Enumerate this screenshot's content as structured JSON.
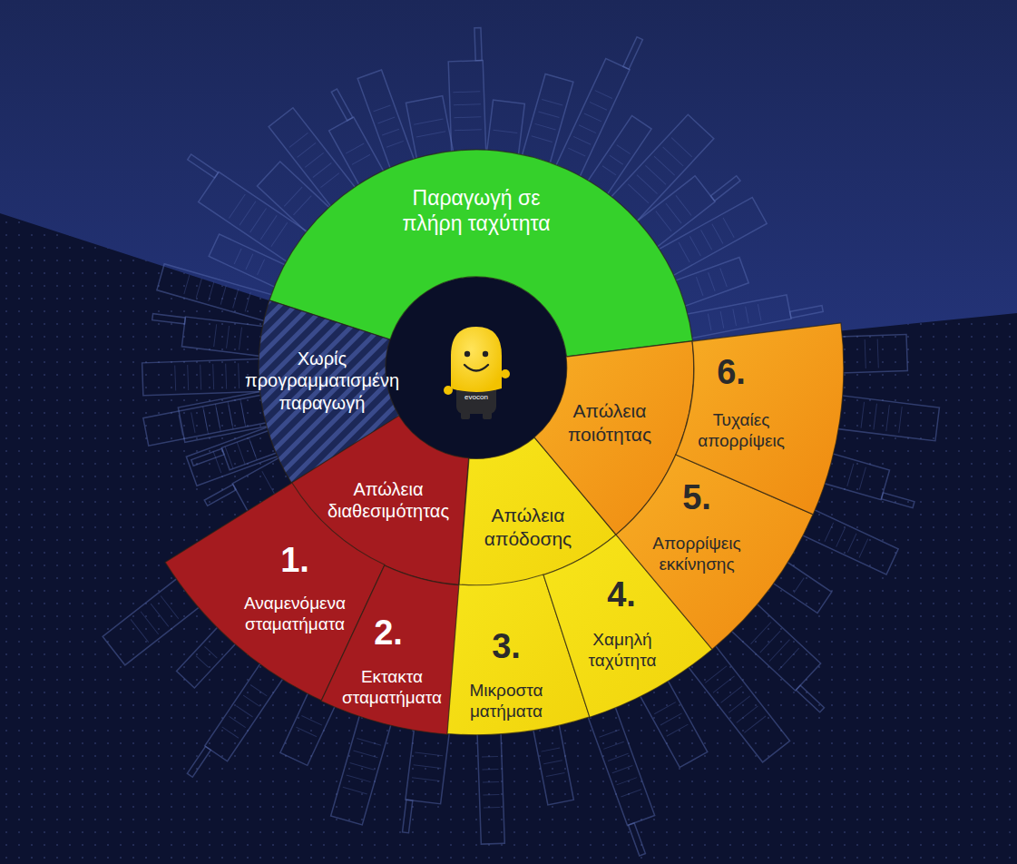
{
  "diagram": {
    "nodes": [
      {
        "text": [
          "Παραγωγή σε πλήρη ταχύτητα"
        ]
      },
      {
        "text": [
          "Χωρίς προγραμματισμένη παραγωγή"
        ]
      },
      {
        "text": [
          "Απώλεια διαθεσιμότητας"
        ]
      },
      {
        "text": [
          "Απώλεια απόδοσης"
        ]
      },
      {
        "text": [
          "Απώλεια ποιότητας"
        ]
      },
      {
        "text": [
          "1.",
          "Αναμενόμενα σταματήματα"
        ]
      },
      {
        "text": [
          "2.",
          "Εκτακτα σταματήματα"
        ]
      },
      {
        "text": [
          "3.",
          "Μικροστα ματήματα"
        ]
      },
      {
        "text": [
          "4.",
          "Χαμηλή ταχύτητα"
        ]
      },
      {
        "text": [
          "5.",
          "Απορρίψεις εκκίνησης"
        ]
      },
      {
        "text": [
          "6.",
          "Τυχαίες απορρίψεις"
        ]
      }
    ],
    "labels": [
      "evocon"
    ]
  }
}
